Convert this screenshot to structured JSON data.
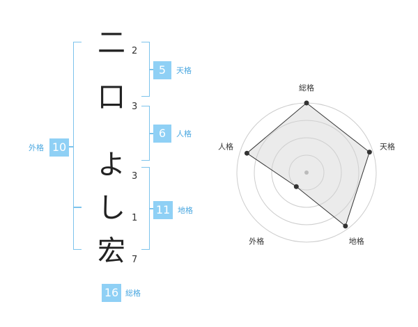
{
  "characters": [
    {
      "char": "二",
      "strokes": "2"
    },
    {
      "char": "口",
      "strokes": "3"
    },
    {
      "char": "よ",
      "strokes": "3"
    },
    {
      "char": "し",
      "strokes": "1"
    },
    {
      "char": "宏",
      "strokes": "7"
    }
  ],
  "kakusu": {
    "tenkaku": {
      "value": "5",
      "label": "天格"
    },
    "jinkaku": {
      "value": "6",
      "label": "人格"
    },
    "chikaku": {
      "value": "11",
      "label": "地格"
    },
    "gaikaku": {
      "value": "10",
      "label": "外格"
    },
    "soukaku": {
      "value": "16",
      "label": "総格"
    }
  },
  "colors": {
    "accent": "#8fd0f5",
    "bracket": "#7cc3ec",
    "label": "#4aa7e0"
  },
  "chart_data": {
    "type": "radar",
    "axes": [
      "総格",
      "天格",
      "地格",
      "外格",
      "人格"
    ],
    "values": [
      4,
      3.8,
      3.8,
      1,
      3.6
    ],
    "max": 4,
    "rings": 4
  }
}
